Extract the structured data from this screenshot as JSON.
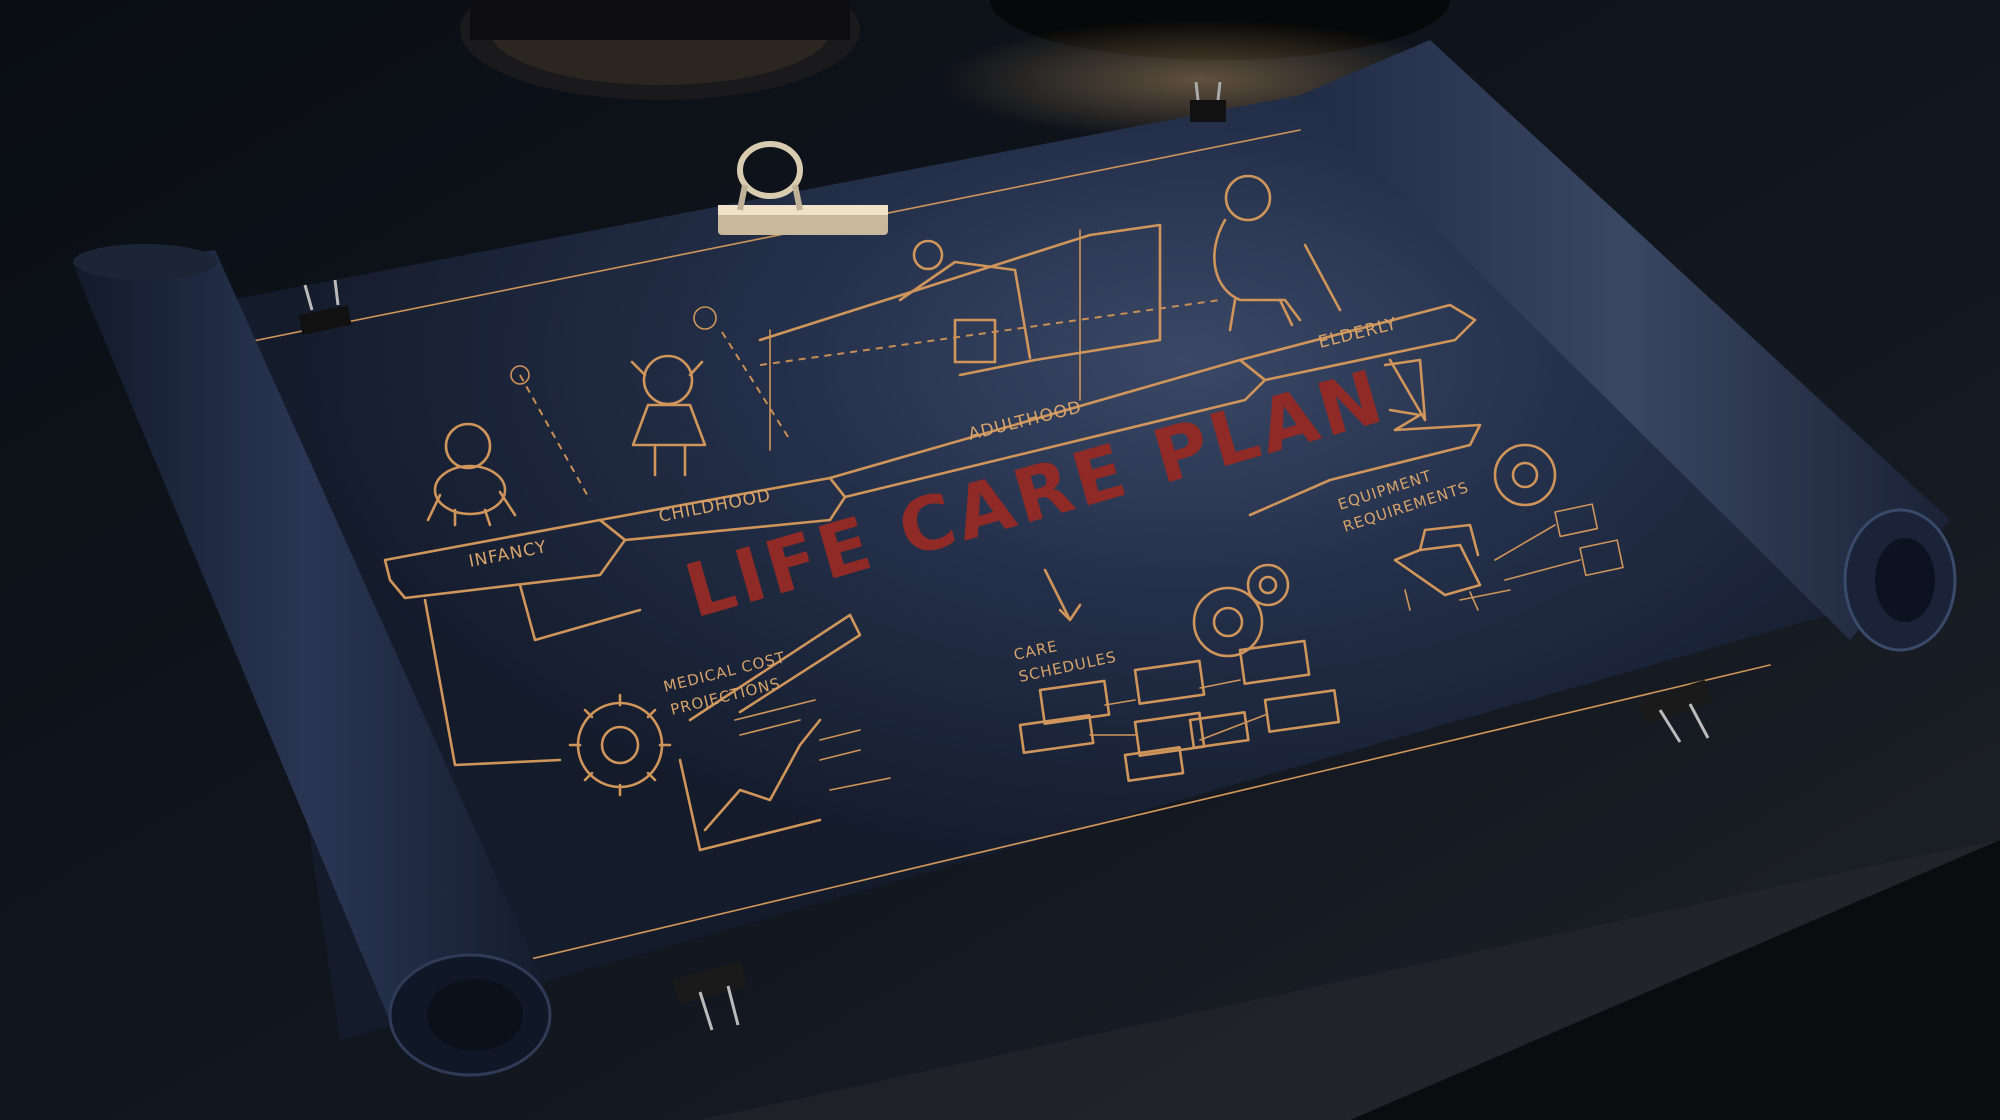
{
  "blueprint": {
    "title": "LIFE CARE PLAN",
    "stages": {
      "infancy": "INFANCY",
      "childhood": "CHILDHOOD",
      "adulthood": "ADULTHOOD",
      "elderly": "ELDERLY"
    },
    "sections": {
      "medical_cost_line1": "MEDICAL COST",
      "medical_cost_line2": "PROJECTIONS",
      "care_schedules_line1": "CARE",
      "care_schedules_line2": "SCHEDULES",
      "equipment_line1": "EQUIPMENT",
      "equipment_line2": "REQUIREMENTS"
    }
  },
  "colors": {
    "paper": "#1e2a40",
    "ink": "#cf955a",
    "title_red": "#8f2a26",
    "desk": "#0c1118"
  },
  "icons": [
    "baby-icon",
    "child-icon",
    "house-icon",
    "elderly-person-icon",
    "gear-icon",
    "chart-icon",
    "flowchart-icon",
    "equipment-icon",
    "binder-clip-icon",
    "paper-clip-icon"
  ]
}
